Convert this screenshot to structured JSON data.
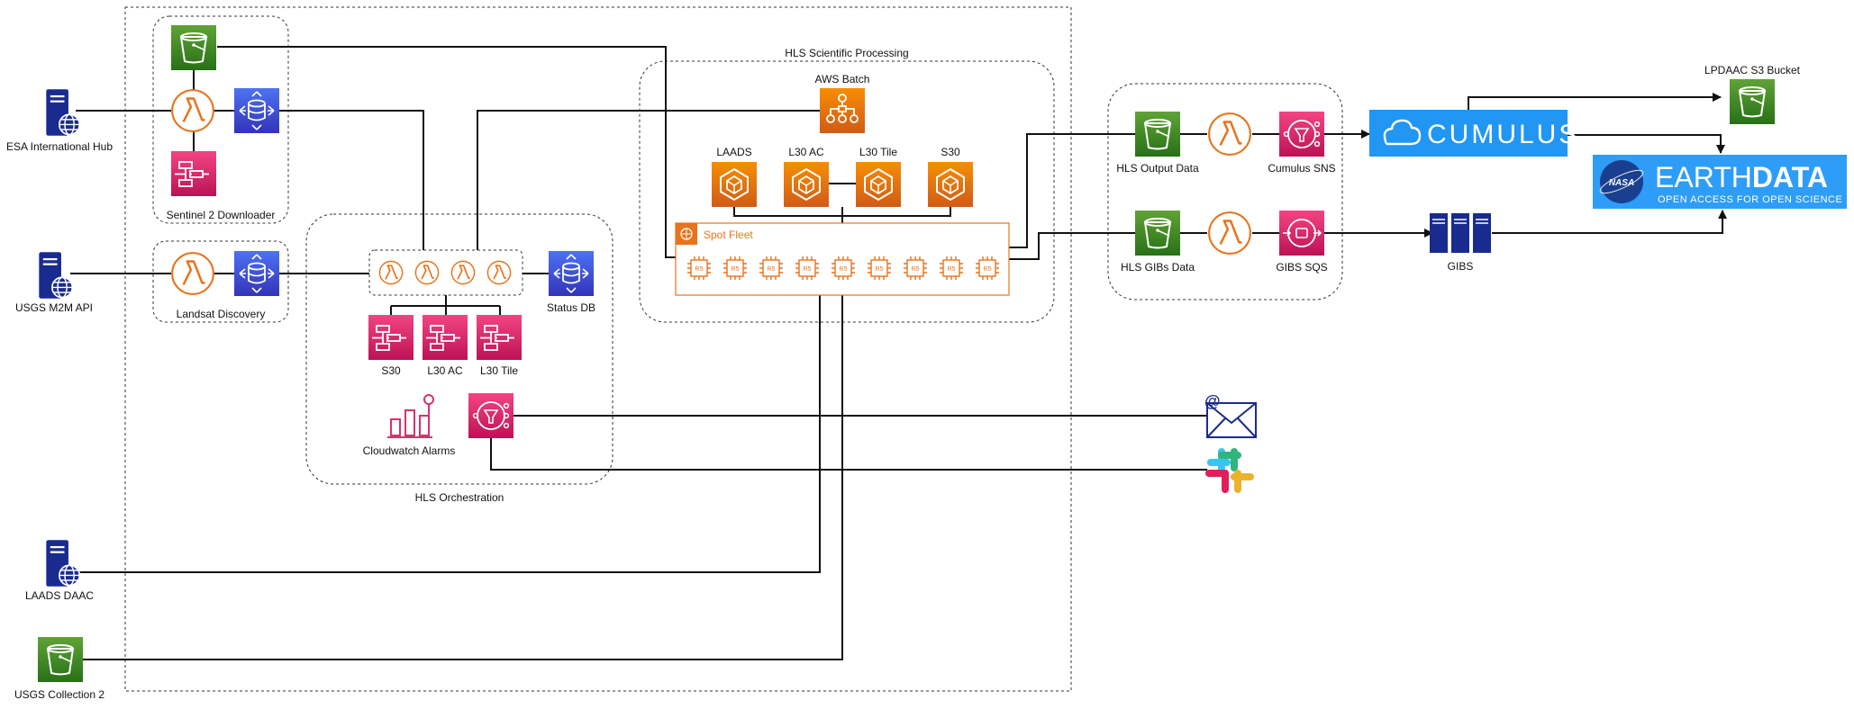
{
  "groups": {
    "hls_scientific_processing": "HLS Scientific Processing",
    "sentinel_downloader": "Sentinel 2 Downloader",
    "landsat_discovery": "Landsat Discovery",
    "hls_orchestration": "HLS Orchestration"
  },
  "nodes": {
    "esa_hub": "ESA International Hub",
    "usgs_m2m": "USGS M2M API",
    "laads_daac": "LAADS DAAC",
    "usgs_collection2": "USGS Collection 2",
    "aws_batch": "AWS Batch",
    "laads": "LAADS",
    "l30_ac": "L30 AC",
    "l30_tile": "L30 Tile",
    "s30": "S30",
    "spot_fleet": "Spot Fleet",
    "instance_type": "R5",
    "status_db": "Status DB",
    "orch_s30": "S30",
    "orch_l30_ac": "L30 AC",
    "orch_l30_tile": "L30 Tile",
    "cloudwatch_alarms": "Cloudwatch Alarms",
    "hls_output_data": "HLS Output Data",
    "hls_gibs_data": "HLS GIBs Data",
    "cumulus_sns": "Cumulus SNS",
    "gibs_sqs": "GIBS SQS",
    "gibs": "GIBS",
    "lpdaac_bucket": "LPDAAC S3 Bucket",
    "cumulus_logo": "CUMULUS",
    "earthdata_logo_light": "EARTH",
    "earthdata_logo_bold": "DATA",
    "earthdata_tagline": "OPEN ACCESS FOR OPEN SCIENCE",
    "nasa": "NASA"
  },
  "colors": {
    "storage_green": "#3f8624",
    "compute_orange": "#e8731c",
    "database_blue": "#3b48cc",
    "management_pink": "#d6336c",
    "server_navy": "#1a2b8f",
    "cumulus_blue": "#2196f3",
    "earthdata_blue": "#2e9df7"
  }
}
